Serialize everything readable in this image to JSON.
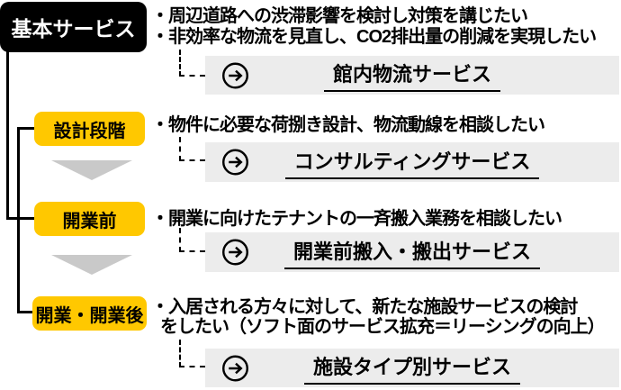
{
  "colors": {
    "stage_basic_bg": "#000000",
    "stage_basic_text": "#FFFFFF",
    "stage_bg": "#FFC800",
    "stage_text": "#000000",
    "service_box_bg": "#ECECEC",
    "triangle": "#C9C9C9",
    "line": "#000000"
  },
  "icons": {
    "service_arrow": "arrow-right-circle"
  },
  "sections": [
    {
      "stage": "基本サービス",
      "needs": [
        "・周辺道路への渋滞影響を検討し対策を講じたい",
        "・非効率な物流を見直し、CO2排出量の削減を実現したい"
      ],
      "service": "館内物流サービス"
    },
    {
      "stage": "設計段階",
      "needs": [
        "・物件に必要な荷捌き設計、物流動線を相談したい"
      ],
      "service": "コンサルティングサービス"
    },
    {
      "stage": "開業前",
      "needs": [
        "・開業に向けたテナントの一斉搬入業務を相談したい"
      ],
      "service": "開業前搬入・搬出サービス"
    },
    {
      "stage": "開業・開業後",
      "needs": [
        "・入居される方々に対して、新たな施設サービスの検討",
        "をしたい（ソフト面のサービス拡充＝リーシングの向上）"
      ],
      "service": "施設タイプ別サービス"
    }
  ]
}
